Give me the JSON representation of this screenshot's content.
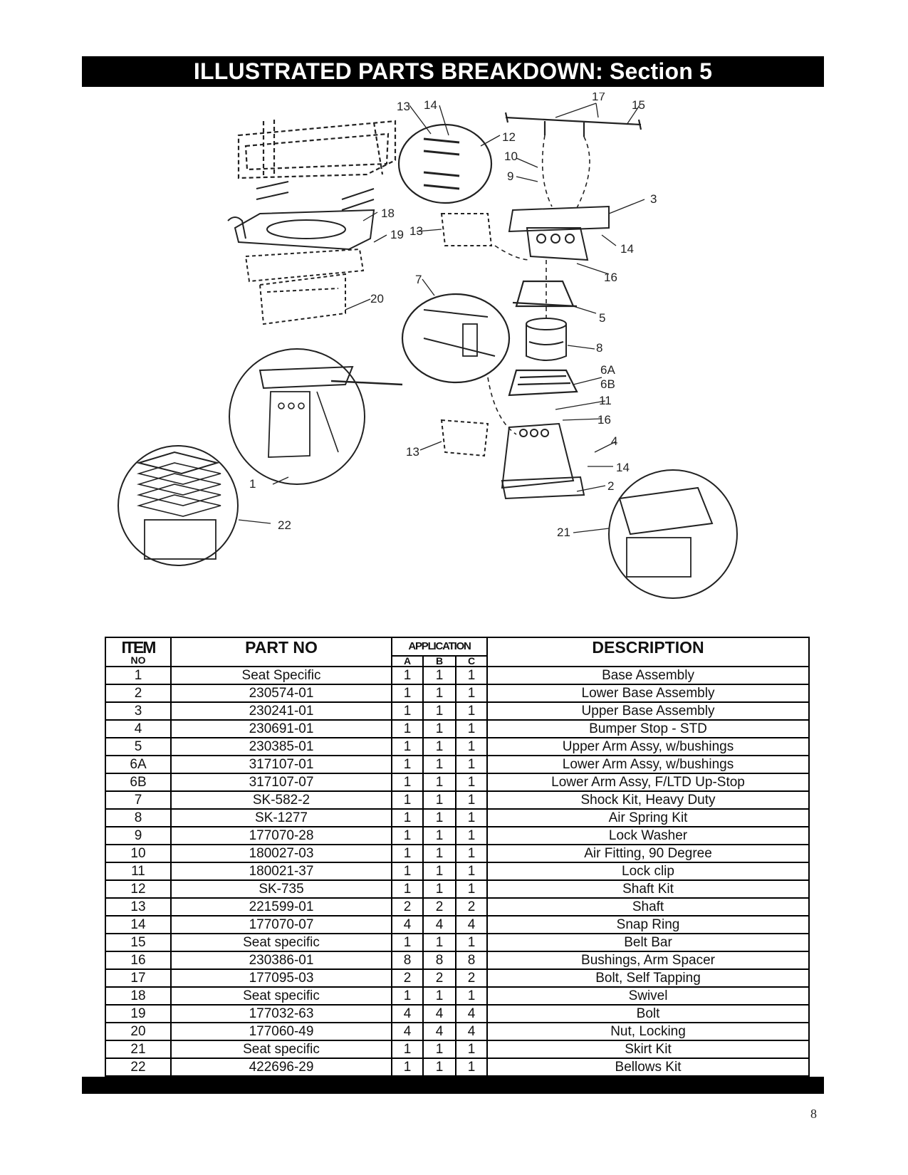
{
  "page": {
    "title": "ILLUSTRATED PARTS BREAKDOWN: Section 5",
    "page_number": "8"
  },
  "diagram": {
    "callouts": [
      "1",
      "2",
      "3",
      "4",
      "5",
      "6A",
      "6B",
      "7",
      "8",
      "9",
      "10",
      "11",
      "12",
      "13",
      "14",
      "15",
      "16",
      "17",
      "18",
      "19",
      "20",
      "21",
      "22"
    ]
  },
  "table": {
    "headers": {
      "item": "ITEM",
      "item_sub": "NO",
      "part_no": "PART NO",
      "application": "APPLICATION",
      "app_a": "A",
      "app_b": "B",
      "app_c": "C",
      "description": "DESCRIPTION"
    },
    "rows": [
      {
        "item": "1",
        "part": "Seat Specific",
        "a": "1",
        "b": "1",
        "c": "1",
        "desc": "Base Assembly"
      },
      {
        "item": "2",
        "part": "230574-01",
        "a": "1",
        "b": "1",
        "c": "1",
        "desc": "Lower Base Assembly"
      },
      {
        "item": "3",
        "part": "230241-01",
        "a": "1",
        "b": "1",
        "c": "1",
        "desc": "Upper Base Assembly"
      },
      {
        "item": "4",
        "part": "230691-01",
        "a": "1",
        "b": "1",
        "c": "1",
        "desc": "Bumper Stop - STD"
      },
      {
        "item": "5",
        "part": "230385-01",
        "a": "1",
        "b": "1",
        "c": "1",
        "desc": "Upper Arm Assy, w/bushings"
      },
      {
        "item": "6A",
        "part": "317107-01",
        "a": "1",
        "b": "1",
        "c": "1",
        "desc": "Lower Arm Assy, w/bushings"
      },
      {
        "item": "6B",
        "part": "317107-07",
        "a": "1",
        "b": "1",
        "c": "1",
        "desc": "Lower Arm Assy, F/LTD Up-Stop"
      },
      {
        "item": "7",
        "part": "SK-582-2",
        "a": "1",
        "b": "1",
        "c": "1",
        "desc": "Shock Kit, Heavy Duty"
      },
      {
        "item": "8",
        "part": "SK-1277",
        "a": "1",
        "b": "1",
        "c": "1",
        "desc": "Air Spring Kit"
      },
      {
        "item": "9",
        "part": "177070-28",
        "a": "1",
        "b": "1",
        "c": "1",
        "desc": "Lock Washer"
      },
      {
        "item": "10",
        "part": "180027-03",
        "a": "1",
        "b": "1",
        "c": "1",
        "desc": "Air Fitting, 90 Degree"
      },
      {
        "item": "11",
        "part": "180021-37",
        "a": "1",
        "b": "1",
        "c": "1",
        "desc": "Lock clip"
      },
      {
        "item": "12",
        "part": "SK-735",
        "a": "1",
        "b": "1",
        "c": "1",
        "desc": "Shaft Kit"
      },
      {
        "item": "13",
        "part": "221599-01",
        "a": "2",
        "b": "2",
        "c": "2",
        "desc": "Shaft"
      },
      {
        "item": "14",
        "part": "177070-07",
        "a": "4",
        "b": "4",
        "c": "4",
        "desc": "Snap Ring"
      },
      {
        "item": "15",
        "part": "Seat specific",
        "a": "1",
        "b": "1",
        "c": "1",
        "desc": "Belt Bar"
      },
      {
        "item": "16",
        "part": "230386-01",
        "a": "8",
        "b": "8",
        "c": "8",
        "desc": "Bushings, Arm Spacer"
      },
      {
        "item": "17",
        "part": "177095-03",
        "a": "2",
        "b": "2",
        "c": "2",
        "desc": "Bolt, Self Tapping"
      },
      {
        "item": "18",
        "part": "Seat specific",
        "a": "1",
        "b": "1",
        "c": "1",
        "desc": "Swivel"
      },
      {
        "item": "19",
        "part": "177032-63",
        "a": "4",
        "b": "4",
        "c": "4",
        "desc": "Bolt"
      },
      {
        "item": "20",
        "part": "177060-49",
        "a": "4",
        "b": "4",
        "c": "4",
        "desc": "Nut, Locking"
      },
      {
        "item": "21",
        "part": "Seat specific",
        "a": "1",
        "b": "1",
        "c": "1",
        "desc": "Skirt Kit"
      },
      {
        "item": "22",
        "part": "422696-29",
        "a": "1",
        "b": "1",
        "c": "1",
        "desc": "Bellows Kit"
      }
    ]
  }
}
